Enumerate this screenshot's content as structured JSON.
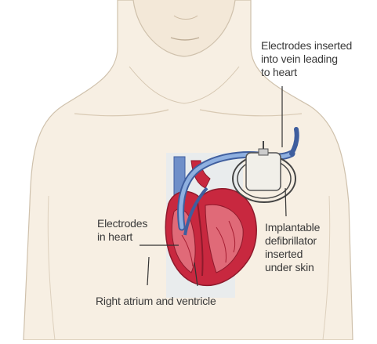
{
  "labels": {
    "electrodes_vein": "Electrodes inserted\ninto vein leading\nto heart",
    "electrodes_heart": "Electrodes\nin heart",
    "defibrillator": "Implantable\ndefibrillator\ninserted\nunder skin",
    "atrium_ventricle": "Right atrium and ventricle"
  },
  "colors": {
    "skin": "#f7efe3",
    "skin_outline": "#cfc1ac",
    "heart_red": "#c8283f",
    "heart_dark": "#8e1a2c",
    "heart_pink": "#e06a78",
    "vein_blue": "#6f8fc9",
    "vein_dark": "#3f5e9e",
    "device_fill": "#f1efe9",
    "device_outline": "#444444",
    "leader_line": "#333333"
  }
}
